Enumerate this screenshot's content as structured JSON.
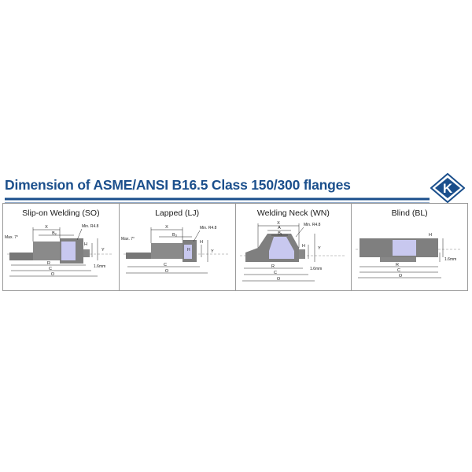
{
  "header": {
    "title": "Dimension of ASME/ANSI B16.5 Class 150/300 flanges",
    "logo_letter": "K",
    "accent_color": "#1b4f8c"
  },
  "panels": [
    {
      "title": "Slip-on Welding (SO)",
      "labels": {
        "x": "X",
        "b2": "B₂",
        "max": "Max. 7°",
        "min": "Min. R4.8",
        "h": "H",
        "y": "Y",
        "r": "R",
        "c": "C",
        "o": "O",
        "t": "1.6mm"
      }
    },
    {
      "title": "Lapped (LJ)",
      "labels": {
        "x": "X",
        "b3": "B₃",
        "max": "Max. 7°",
        "min": "Min. R4.8",
        "h": "H",
        "r1": "H",
        "y": "Y",
        "c": "C",
        "o": "O"
      }
    },
    {
      "title": "Welding Neck (WN)",
      "labels": {
        "x": "X",
        "a": "A",
        "b1": "B₁",
        "min": "Min. R4.8",
        "h": "H",
        "y": "Y",
        "r": "R",
        "c": "C",
        "o": "O",
        "t": "1.6mm"
      }
    },
    {
      "title": "Blind (BL)",
      "labels": {
        "h": "H",
        "r": "R",
        "c": "C",
        "o": "O",
        "t": "1.6mm"
      }
    }
  ]
}
